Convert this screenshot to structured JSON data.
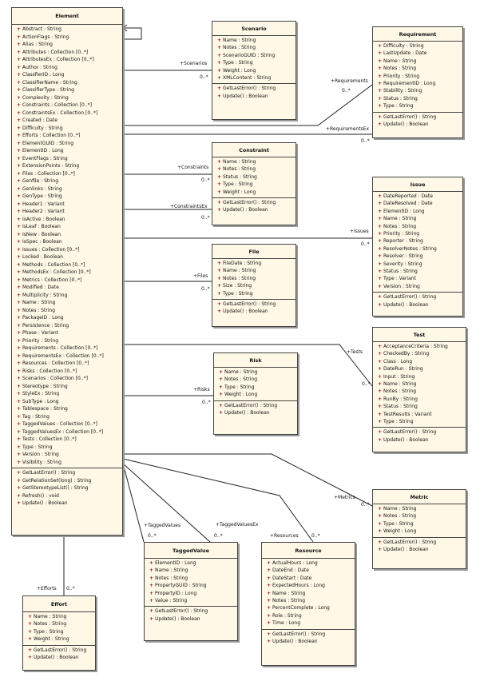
{
  "classes": {
    "element": {
      "name": "Element",
      "attributes": [
        "Abstract : String",
        "ActionFlags : String",
        "Alias : String",
        "Attributes : Collection [0..*]",
        "AttributesEx : Collection [0..*]",
        "Author : String",
        "ClassfierID : Long",
        "ClassifierName : String",
        "ClassifierType : String",
        "Complexity : String",
        "Constraints : Collection [0..*]",
        "ConstraintsEx : Collection [0..*]",
        "Created : Date",
        "Difficulty : String",
        "Efforts : Collection [0..*]",
        "ElementGUID : String",
        "ElementID : Long",
        "EventFlags : String",
        "ExtensionPoints : String",
        "Files : Collection [0..*]",
        "Genfile : String",
        "Genlinks : String",
        "GenType : String",
        "Header1 : Variant",
        "Header2 : Variant",
        "IsActive : Boolean",
        "IsLeaf : Boolean",
        "IsNew : Boolean",
        "IsSpec : Boolean",
        "Issues : Collection [0..*]",
        "Locked : Boolean",
        "Methods : Collection [0..*]",
        "MethodsEx : Collection [0..*]",
        "Metrics : Collection [0..*]",
        "Modified : Date",
        "Multiplicity : String",
        "Name : String",
        "Notes : String",
        "PackageID : Long",
        "Persistence : String",
        "Phase : Variant",
        "Priority : String",
        "Requirements : Collection [0..*]",
        "RequirementsEx : Collection [0..*]",
        "Resources : Collection [0..*]",
        "Risks : Collection [0..*]",
        "Scenarios : Collection [0..*]",
        "Stereotype : String",
        "StyleEx : String",
        "SubType : Long",
        "Tablespace : String",
        "Tag : String",
        "TaggedValues : Collection [0..*]",
        "TaggedValuesEx : Collection [0..*]",
        "Tests : Collection [0..*]",
        "Type : String",
        "Version : String",
        "Visibility : String"
      ],
      "operations": [
        "GetLastError() : String",
        "GetRelationSet(long) : String",
        "GetStereotypeList() : String",
        "Refresh() : void",
        "Update() : Boolean"
      ]
    },
    "scenario": {
      "name": "Scenario",
      "attributes": [
        "Name : String",
        "Notes : String",
        "ScenarioGUID : String",
        "Type : String",
        "Weight : Long",
        "XMLContent : String"
      ],
      "operations": [
        "GetLastError() : String",
        "Update() : Boolean"
      ]
    },
    "requirement": {
      "name": "Requirement",
      "attributes": [
        "Difficulty : String",
        "LastUpdate : Date",
        "Name : String",
        "Notes : String",
        "Priority : String",
        "RequirementID : Long",
        "Stability : String",
        "Status : String",
        "Type : String"
      ],
      "operations": [
        "GetLastError() : String",
        "Update() : Boolean"
      ]
    },
    "constraint": {
      "name": "Constraint",
      "attributes": [
        "Name : String",
        "Notes : String",
        "Status : String",
        "Type : String",
        "Weight : Long"
      ],
      "operations": [
        "GetLastError() : String",
        "Update() : Boolean"
      ]
    },
    "issue": {
      "name": "Issue",
      "attributes": [
        "DateReported : Date",
        "DateResolved : Date",
        "ElementID : Long",
        "Name : String",
        "Notes : String",
        "Priority : String",
        "Reporter : String",
        "ResolverNotes : String",
        "Resolver : String",
        "Severity : String",
        "Status : String",
        "Type : Variant",
        "Version : String"
      ],
      "operations": [
        "GetLastError() : String",
        "Update() : Boolean"
      ]
    },
    "file": {
      "name": "File",
      "attributes": [
        "FileDate : String",
        "Name : String",
        "Notes : String",
        "Size : String",
        "Type : String"
      ],
      "operations": [
        "GetLastError() : String",
        "Update() : Boolean"
      ]
    },
    "test": {
      "name": "Test",
      "attributes": [
        "AcceptanceCriteria : String",
        "CheckedBy : String",
        "Class : Long",
        "DateRun : String",
        "Input : String",
        "Name : String",
        "Notes : String",
        "RunBy : String",
        "Status : String",
        "TestResults : Variant",
        "Type : String"
      ],
      "operations": [
        "GetLastError() : String",
        "Update() : Boolean"
      ]
    },
    "risk": {
      "name": "Risk",
      "attributes": [
        "Name : String",
        "Notes : String",
        "Type : String",
        "Weight : Long"
      ],
      "operations": [
        "GetLastError() : String",
        "Update() : Boolean"
      ]
    },
    "metric": {
      "name": "Metric",
      "attributes": [
        "Name : String",
        "Notes : String",
        "Type : String",
        "Weight : Long"
      ],
      "operations": [
        "GetLastError() : String",
        "Update() : Boolean"
      ]
    },
    "taggedvalue": {
      "name": "TaggedValue",
      "attributes": [
        "ElementID : Long",
        "Name : String",
        "Notes : String",
        "PropertyGUID : String",
        "PropertyID : Long",
        "Value : String"
      ],
      "operations": [
        "GetLastError() : String",
        "Update() : Boolean"
      ]
    },
    "resource": {
      "name": "Resource",
      "attributes": [
        "ActualHours : Long",
        "DateEnd : Date",
        "DateStart : Date",
        "ExpectedHours : Long",
        "Name : String",
        "Notes : String",
        "PercentComplete : Long",
        "Role : String",
        "Time : Long"
      ],
      "operations": [
        "GetLastError() : String",
        "Update() : Boolean"
      ]
    },
    "effort": {
      "name": "Effort",
      "attributes": [
        "Name : String",
        "Notes : String",
        "Type : String",
        "Weight : String"
      ],
      "operations": [
        "GetLastError() : String",
        "Update() : Boolean"
      ]
    }
  },
  "associations": {
    "scenarios": {
      "role": "+Scenarios",
      "mult": "0..*"
    },
    "requirements": {
      "role": "+Requirements",
      "mult": "0..*"
    },
    "requirementsex": {
      "role": "+RequirementsEx",
      "mult": "0..*"
    },
    "constraints": {
      "role": "+Constraints",
      "mult": "0..*"
    },
    "constraintsex": {
      "role": "+ConstraintsEx",
      "mult": "0..*"
    },
    "issues": {
      "role": "+Issues",
      "mult": "0..*"
    },
    "files": {
      "role": "+Files",
      "mult": "0..*"
    },
    "tests": {
      "role": "+Tests",
      "mult": "0..*"
    },
    "risks": {
      "role": "+Risks",
      "mult": "0..*"
    },
    "metrics": {
      "role": "+Metrics",
      "mult": "0..*"
    },
    "taggedvalues": {
      "role": "+TaggedValues",
      "mult": "0..*"
    },
    "taggedvaluesex": {
      "role": "+TaggedValuesEx",
      "mult": "0..*"
    },
    "resources": {
      "role": "+Resources",
      "mult": "0..*"
    },
    "efforts": {
      "role": "+Efforts",
      "mult": "0..*"
    }
  },
  "visibility_symbol": "+",
  "colors": {
    "class_fill": "#fff8e6",
    "visibility_marker": "#8a1010",
    "border": "#444444"
  }
}
